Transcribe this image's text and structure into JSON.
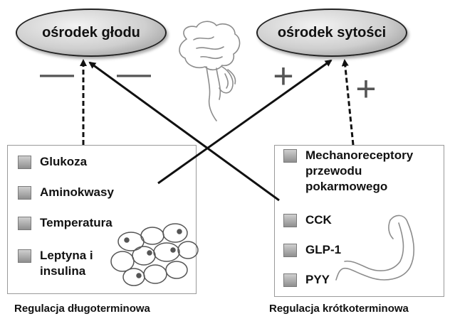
{
  "centers": {
    "hunger": "ośrodek głodu",
    "satiety": "ośrodek sytości"
  },
  "long_term": {
    "items": [
      "Glukoza",
      "Aminokwasy",
      "Temperatura",
      "Leptyna i insulina"
    ],
    "caption": "Regulacja długoterminowa"
  },
  "short_term": {
    "items": [
      "Mechanoreceptory przewodu pokarmowego",
      "CCK",
      "GLP-1",
      "PYY"
    ],
    "caption": "Regulacja krótkoterminowa"
  },
  "signs": {
    "minus": "—",
    "plus": "+"
  },
  "colors": {
    "arrow": "#111111",
    "sign": "#555555",
    "bullet": "#a6a6a6",
    "sketch": "#8c8c8c"
  }
}
